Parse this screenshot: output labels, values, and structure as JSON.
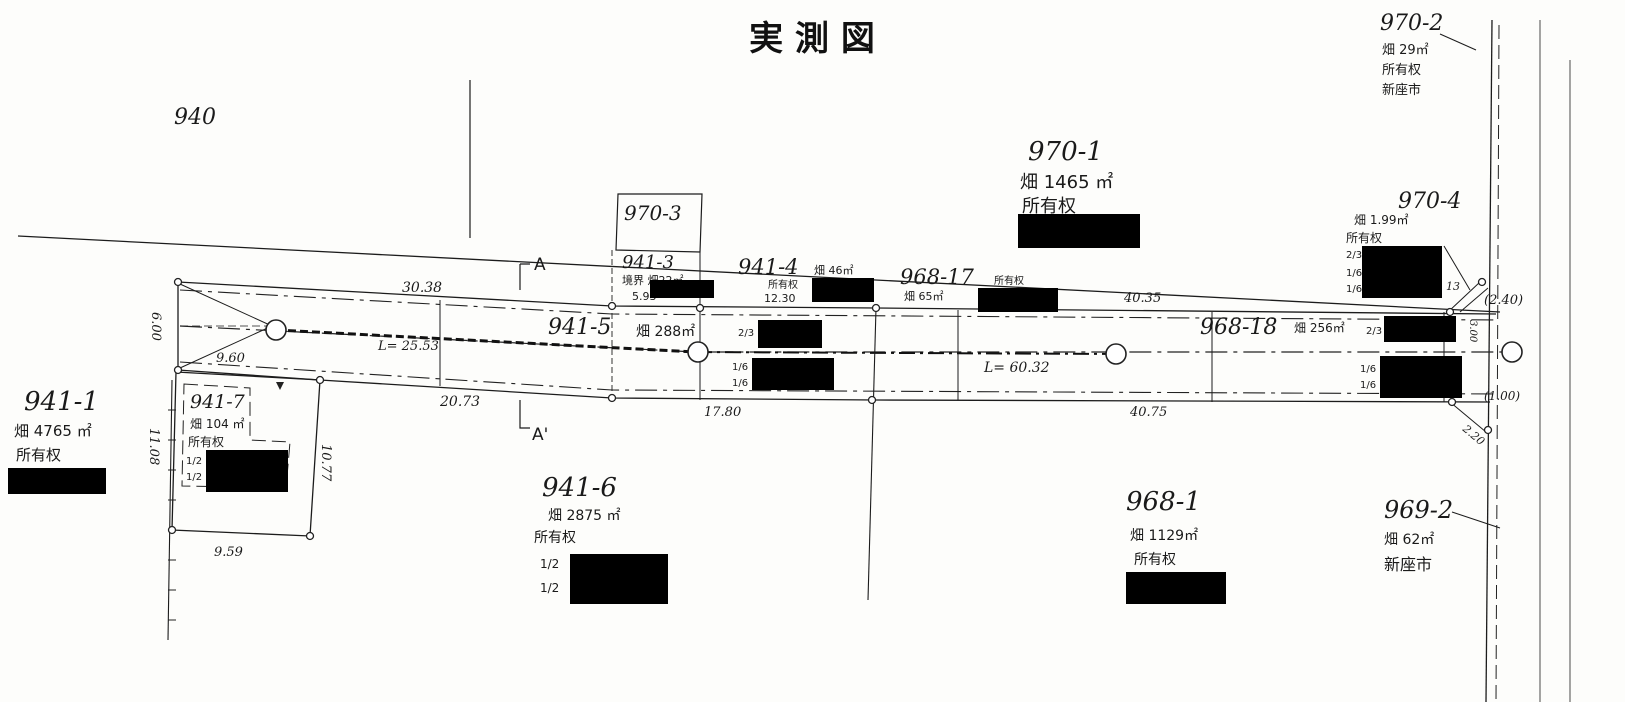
{
  "title": "実 測 図",
  "parcels": {
    "p940": "940",
    "p970_2": {
      "no": "970-2",
      "land": "畑 29㎡",
      "owner_label": "所有权",
      "owner": "新座市"
    },
    "p970_1": {
      "no": "970-1",
      "land": "畑 1465 ㎡",
      "owner_label": "所有权"
    },
    "p970_3": {
      "no": "970-3"
    },
    "p970_4": {
      "no": "970-4",
      "land": "畑 1.99㎡",
      "owner_label": "所有权",
      "share1": "2/3",
      "share2": "1/6",
      "share3": "1/6"
    },
    "p941_3": {
      "no": "941-3",
      "land": "境界 畑22㎡",
      "dist": "5.93"
    },
    "p941_4": {
      "no": "941-4",
      "land": "畑 46㎡",
      "owner_label": "所有权",
      "dist": "12.30"
    },
    "p968_17": {
      "no": "968-17",
      "owner_label": "所有权",
      "land": "畑 65㎡"
    },
    "p941_5": {
      "no": "941-5",
      "land": "畑 288㎡",
      "share1": "2/3",
      "share2": "1/6",
      "share3": "1/6"
    },
    "p968_18": {
      "no": "968-18",
      "land": "畑 256㎡",
      "share1": "2/3",
      "share2": "1/6",
      "share3": "1/6"
    },
    "p941_1": {
      "no": "941-1",
      "land": "畑 4765 ㎡",
      "owner_label": "所有权"
    },
    "p941_7": {
      "no": "941-7",
      "land": "畑 104 ㎡",
      "owner_label": "所有权",
      "share1": "1/2",
      "share2": "1/2"
    },
    "p941_6": {
      "no": "941-6",
      "land": "畑 2875 ㎡",
      "owner_label": "所有权",
      "share1": "1/2",
      "share2": "1/2"
    },
    "p968_1": {
      "no": "968-1",
      "land": "畑 1129㎡",
      "owner_label": "所有权"
    },
    "p969_2": {
      "no": "969-2",
      "land": "畑 62㎡",
      "owner": "新座市"
    }
  },
  "dimensions": {
    "d30_38": "30.38",
    "d20_73": "20.73",
    "d6_00": "6.00",
    "d9_60": "9.60",
    "L25": "L= 25.53",
    "L60": "L= 60.32",
    "d17_80": "17.80",
    "d40_35": "40.35",
    "d40_75": "40.75",
    "d2_40": "(2.40)",
    "d1_00": "(1.00)",
    "d2_20": "2.20",
    "d13": "13",
    "d3_00": "3.00",
    "d11_08": "11.08",
    "d10_77": "10.77",
    "d9_59": "9.59"
  },
  "section": {
    "a": "A",
    "a_prime": "A'"
  }
}
